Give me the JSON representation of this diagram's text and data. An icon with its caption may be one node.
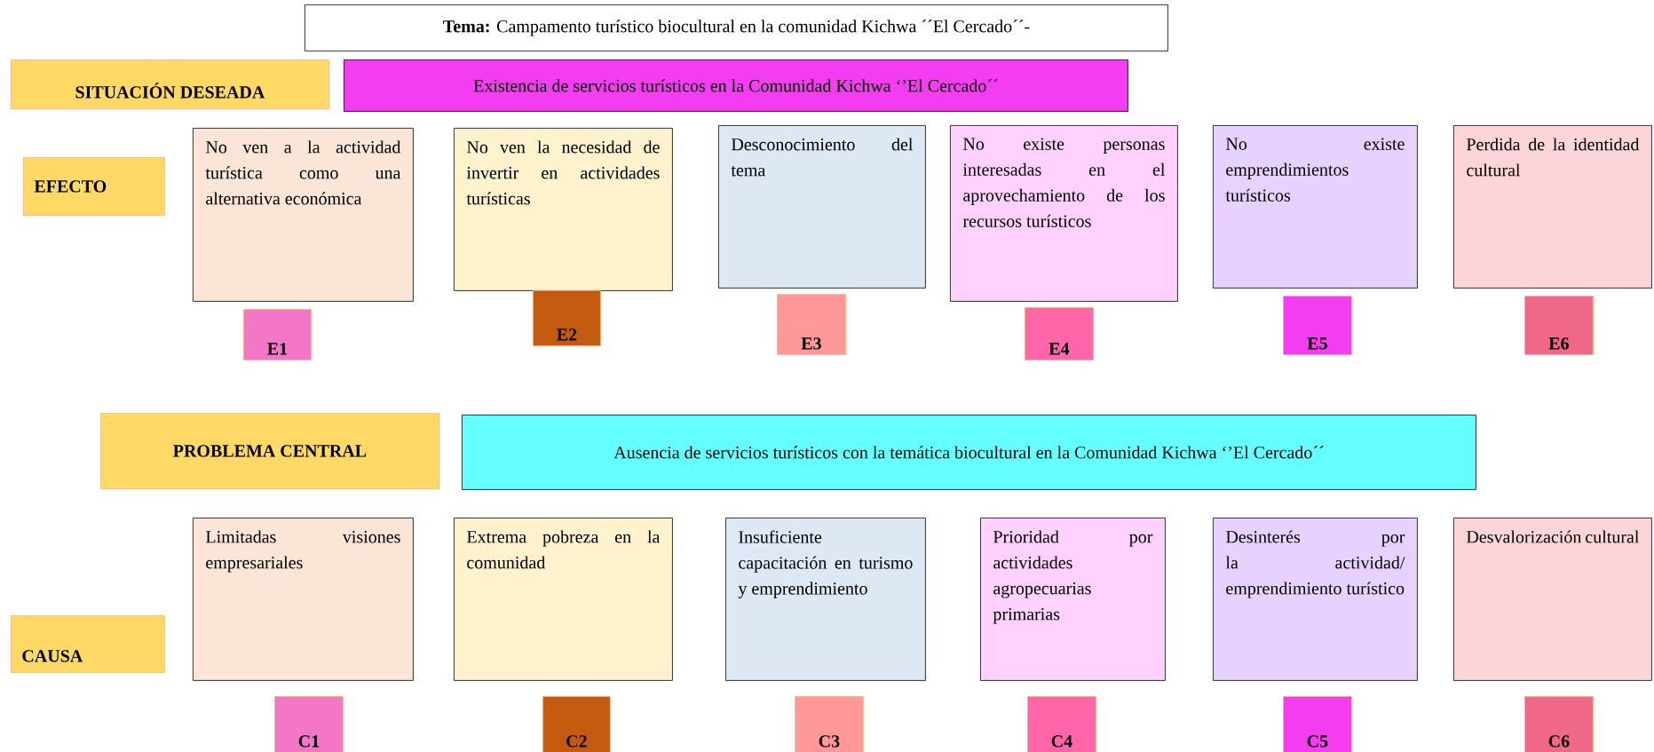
{
  "diagram": {
    "nodes": [
      {
        "text": [
          "**Tema:** Campamento turístico biocultural en la comunidad Kichwa ´´El Cercado´´-"
        ]
      },
      {
        "text": [
          "SITUACIÓN DESEADA"
        ]
      },
      {
        "text": [
          "Existencia de servicios turísticos en la Comunidad Kichwa ‘’El Cercado´´"
        ]
      },
      {
        "text": [
          "EFECTO"
        ]
      },
      {
        "text": [
          "No ven a la actividad turística como una alternativa económica"
        ]
      },
      {
        "text": [
          "No ven la necesidad de invertir en actividades turísticas"
        ]
      },
      {
        "text": [
          "Desconocimiento del tema"
        ]
      },
      {
        "text": [
          "No existe personas interesadas en el aprovechamiento de los recursos turísticos"
        ]
      },
      {
        "text": [
          "No existe emprendimientos turísticos"
        ]
      },
      {
        "text": [
          "Perdida de la identidad cultural"
        ]
      },
      {
        "text": [
          "E1"
        ]
      },
      {
        "text": [
          "E2"
        ]
      },
      {
        "text": [
          "E3"
        ]
      },
      {
        "text": [
          "E4"
        ]
      },
      {
        "text": [
          "E5"
        ]
      },
      {
        "text": [
          "E6"
        ]
      },
      {
        "text": [
          "PROBLEMA CENTRAL"
        ]
      },
      {
        "text": [
          "Ausencia de servicios turísticos con la temática biocultural en la Comunidad Kichwa ‘’El Cercado´´"
        ]
      },
      {
        "text": [
          "Limitadas visiones empresariales"
        ]
      },
      {
        "text": [
          "Extrema pobreza en la comunidad"
        ]
      },
      {
        "text": [
          "Insuficiente capacitación en turismo y emprendimiento"
        ]
      },
      {
        "text": [
          "Prioridad por actividades agropecuarias primarias"
        ]
      },
      {
        "text": [
          "Desinterés por la actividad/ emprendimiento turístico"
        ]
      },
      {
        "text": [
          "Desvalorización cultural"
        ]
      },
      {
        "text": [
          "CAUSA"
        ]
      },
      {
        "text": [
          "C1"
        ]
      },
      {
        "text": [
          "C2"
        ]
      },
      {
        "text": [
          "C3"
        ]
      },
      {
        "text": [
          "C4"
        ]
      },
      {
        "text": [
          "C5"
        ]
      },
      {
        "text": [
          "C6"
        ]
      }
    ]
  }
}
